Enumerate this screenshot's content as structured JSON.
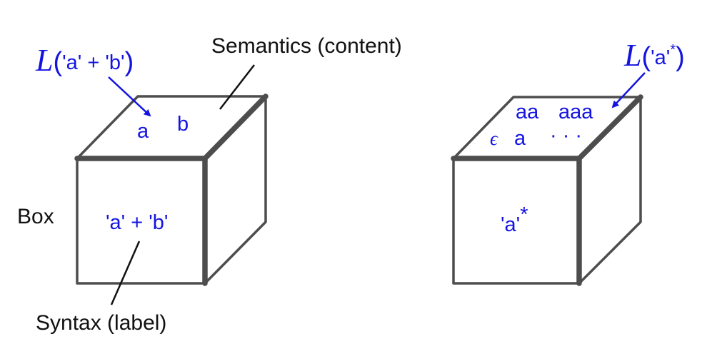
{
  "colors": {
    "accent": "#1414e0",
    "stroke": "#4d4d4d",
    "text": "#111111"
  },
  "left_box": {
    "annotation_L": "L",
    "annotation_open": "(",
    "annotation_regex": "'a' + 'b'",
    "annotation_close": ")",
    "content_a": "a",
    "content_b": "b",
    "label": "'a' + 'b'"
  },
  "right_box": {
    "annotation_L": "L",
    "annotation_open": "(",
    "annotation_regex": "'a'",
    "annotation_star": "*",
    "annotation_close": ")",
    "content_aa": "aa",
    "content_aaa": "aaa",
    "content_eps": "ϵ",
    "content_a": "a",
    "content_ellipsis": "· · ·",
    "label": "'a'",
    "label_star": "*"
  },
  "callouts": {
    "semantics": "Semantics (content)",
    "box": "Box",
    "syntax": "Syntax (label)"
  }
}
